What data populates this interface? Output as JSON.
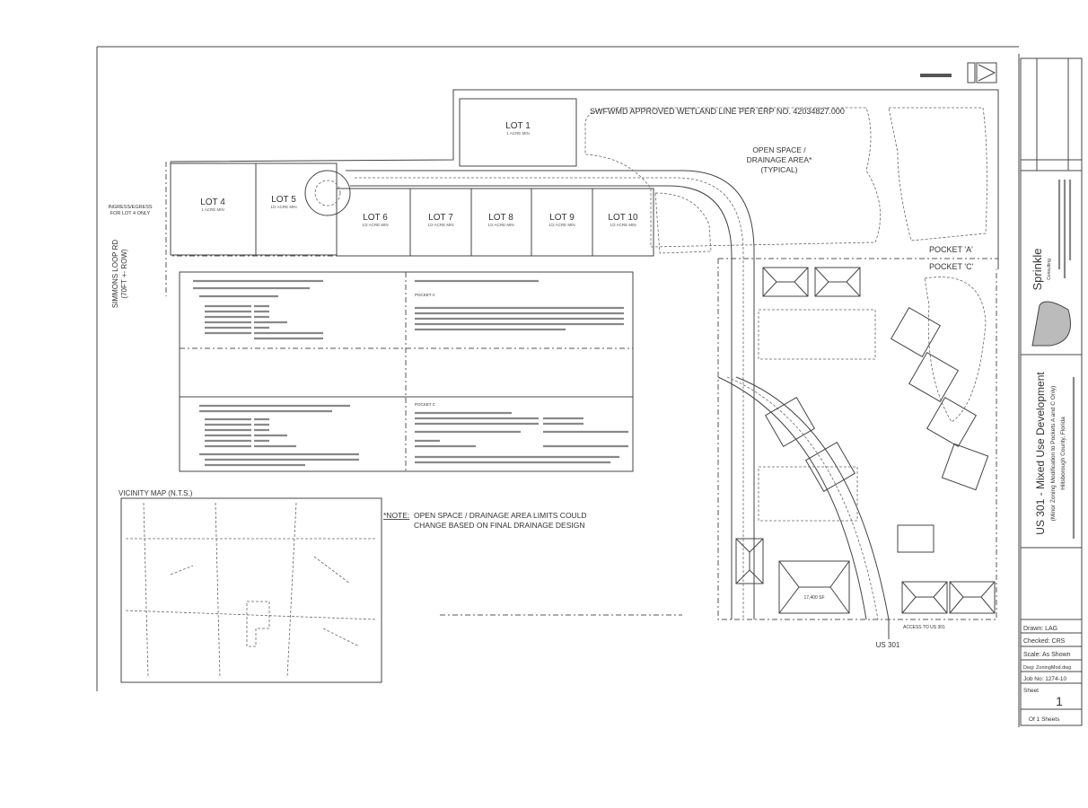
{
  "lots": [
    {
      "label": "LOT 1",
      "size": "1 ACRE MIN"
    },
    {
      "label": "LOT 4",
      "size": "1 ACRE MIN"
    },
    {
      "label": "LOT 5",
      "size": "1/2 ACRE MIN"
    },
    {
      "label": "LOT 6",
      "size": "1/2 ACRE MIN"
    },
    {
      "label": "LOT 7",
      "size": "1/2 ACRE MIN"
    },
    {
      "label": "LOT 8",
      "size": "1/2 ACRE MIN"
    },
    {
      "label": "LOT 9",
      "size": "1/2 ACRE MIN"
    },
    {
      "label": "LOT 10",
      "size": "1/2 ACRE MIN"
    }
  ],
  "labels": {
    "wetland_line": "SWFWMD APPROVED WETLAND LINE PER ERP NO. 42034827.000",
    "open_space_1": "OPEN SPACE /",
    "open_space_2": "DRAINAGE AREA*",
    "open_space_3": "(TYPICAL)",
    "pocket_a": "POCKET 'A'",
    "pocket_c": "POCKET 'C'",
    "ingress_1": "INGRESS/EGRESS",
    "ingress_2": "FOR LOT 4 ONLY",
    "road_1": "SIMMONS LOOP RD",
    "road_2": "(70FT +- ROW)",
    "building_sf": "17,400 SF",
    "access": "ACCESS TO US 301",
    "us301": "US 301",
    "vicinity_map": "VICINITY MAP (N.T.S.)",
    "note_prefix": "*NOTE:",
    "note_1": "OPEN SPACE / DRAINAGE AREA LIMITS COULD",
    "note_2": "CHANGE BASED ON FINAL DRAINAGE DESIGN",
    "pocket_a_table": "POCKET A",
    "pocket_c_table": "POCKET C"
  },
  "title_block": {
    "firm": "Sprinkle",
    "firm_sub": "Consulting",
    "project_title": "US 301 - Mixed Use Development",
    "project_sub": "(Minor Zoning Modification to Pockets A and C Only)",
    "county": "Hillsborough County, Florida",
    "drawn": "Drawn: LAG",
    "checked": "Checked: CRS",
    "scale": "Scale: As Shown",
    "dwg": "Dwg: ZoningMod.dwg",
    "job_no": "Job No: 1274-10",
    "sheet": "Sheet",
    "sheet_no": "1",
    "of_sheets": "Of 1 Sheets"
  }
}
